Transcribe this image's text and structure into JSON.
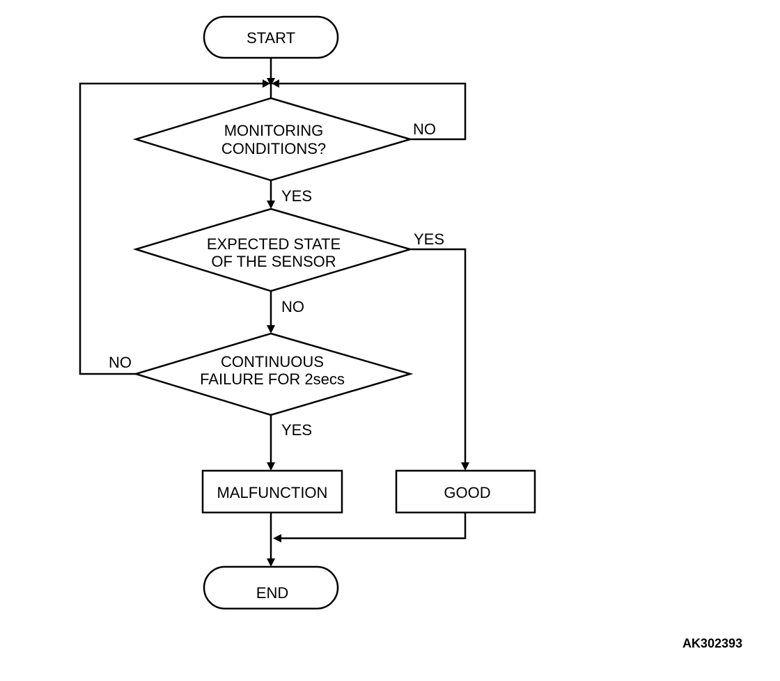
{
  "nodes": {
    "start": {
      "label": "START"
    },
    "monitoring": {
      "line1": "MONITORING",
      "line2": "CONDITIONS?"
    },
    "expected": {
      "line1": "EXPECTED STATE",
      "line2": "OF THE SENSOR"
    },
    "continuous": {
      "line1": "CONTINUOUS",
      "line2": "FAILURE FOR 2secs"
    },
    "malfunction": {
      "label": "MALFUNCTION"
    },
    "good": {
      "label": "GOOD"
    },
    "end": {
      "label": "END"
    }
  },
  "edges": {
    "monitoring_no": "NO",
    "monitoring_yes": "YES",
    "expected_yes": "YES",
    "expected_no": "NO",
    "continuous_no": "NO",
    "continuous_yes": "YES"
  },
  "figure_code": "AK302393"
}
